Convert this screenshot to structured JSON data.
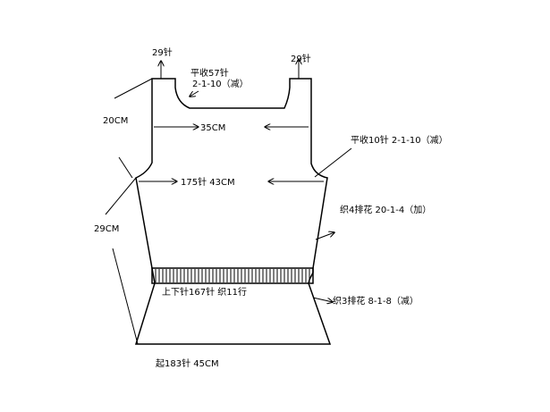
{
  "labels": {
    "top_left_stitches": "29针",
    "top_right_stitches": "29针",
    "neck_bind_off": "平收57针",
    "neck_decrease": "2-1-10（减）",
    "shoulder_height": "20CM",
    "chest_width": "35CM",
    "armhole": "平收10针  2-1-10（减）",
    "bust": "175针 43CM",
    "side_increase": "织4排花  20-1-4（加）",
    "body_height": "29CM",
    "ribbing": "上下针167针  织11行",
    "hem_decrease": "织3排花  8-1-8（减）",
    "cast_on": "起183针 45CM"
  },
  "colors": {
    "line": "#000000",
    "background": "#ffffff"
  }
}
